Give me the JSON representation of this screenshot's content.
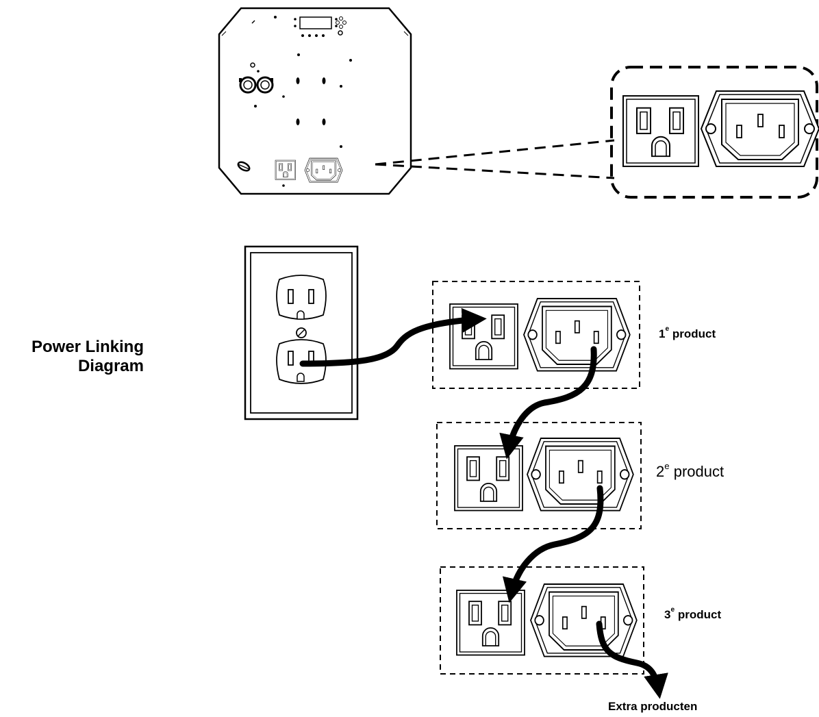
{
  "title": {
    "line1": "Power Linking",
    "line2": "Diagram"
  },
  "products": [
    {
      "num": "1",
      "sup": "e",
      "rest": " product"
    },
    {
      "num": "2",
      "sup": "e",
      "rest": " product"
    },
    {
      "num": "3",
      "sup": "e",
      "rest": " product"
    }
  ],
  "extra_label": "Extra producten"
}
